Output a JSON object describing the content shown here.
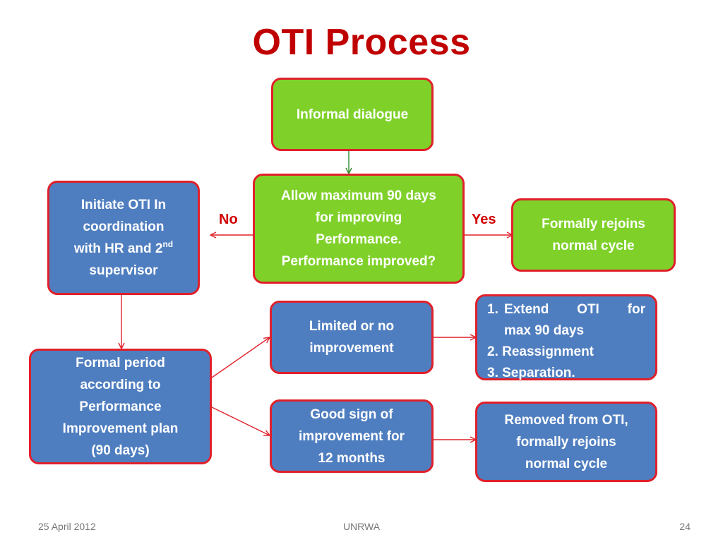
{
  "slide": {
    "title": "OTI Process",
    "footer": {
      "date": "25 April 2012",
      "center": "UNRWA",
      "page": "24"
    }
  },
  "nodes": {
    "informal": "Informal dialogue",
    "allow": [
      "Allow maximum 90 days",
      "for improving",
      "Performance.",
      "Performance improved?"
    ],
    "initiate": {
      "l1": "Initiate OTI In",
      "l2": "coordination",
      "l3_pre": "with HR and 2",
      "l3_sup": "nd",
      "l4": "supervisor"
    },
    "rejoin": [
      "Formally rejoins",
      "normal cycle"
    ],
    "formal": [
      "Formal period",
      "according to",
      "Performance",
      "Improvement plan",
      "(90 days)"
    ],
    "limited": [
      "Limited or no",
      "improvement"
    ],
    "good": [
      "Good sign of",
      "improvement for",
      "12 months"
    ],
    "options": {
      "item1_num": "1.",
      "item1_words": [
        "Extend",
        "OTI",
        "for"
      ],
      "item1_cont": "max 90 days",
      "item2": "2. Reassignment",
      "item3": "3. Separation."
    },
    "removed": [
      "Removed from OTI,",
      "formally rejoins",
      "normal cycle"
    ]
  },
  "labels": {
    "no": "No",
    "yes": "Yes"
  },
  "colors": {
    "title": "#c00000",
    "border": "#e0202a",
    "green": "#7fd12a",
    "blue": "#4f7ec0",
    "arrow_red": "#e0202a",
    "arrow_green": "#2e8b2e"
  }
}
